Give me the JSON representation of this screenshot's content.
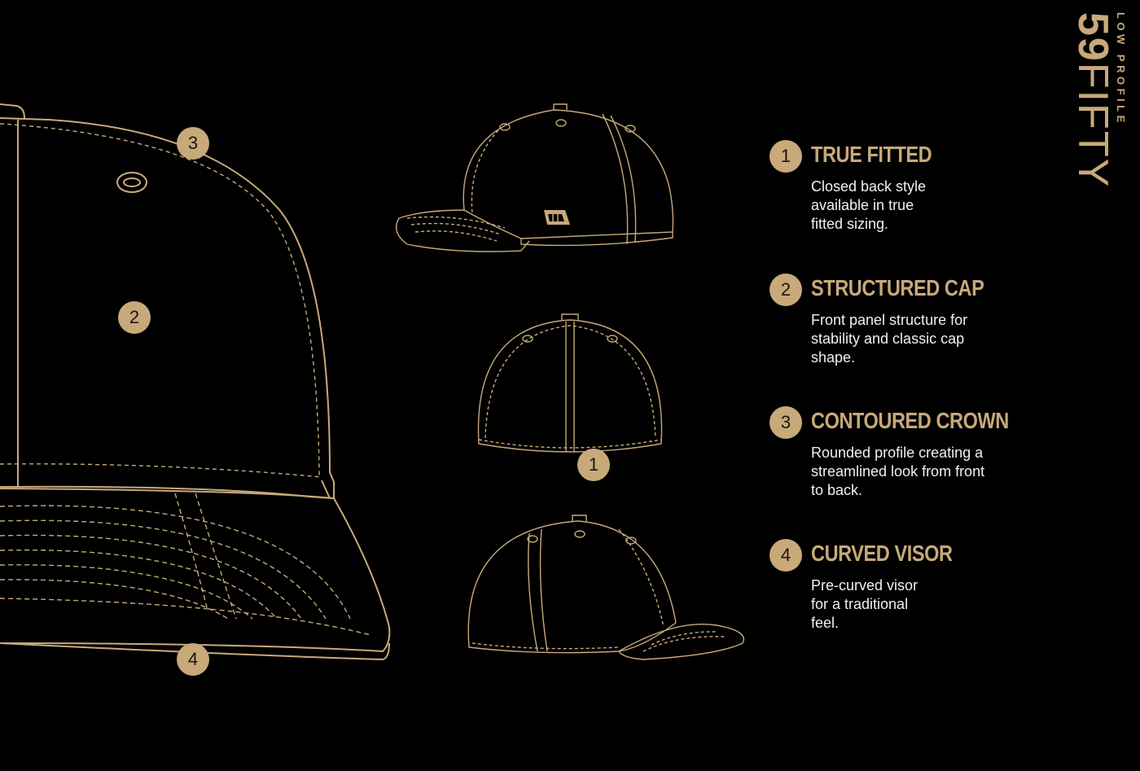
{
  "colors": {
    "accent": "#c8a97a",
    "background": "#000000",
    "text": "#f2f0ec"
  },
  "brand": {
    "number": "59",
    "name": "FIFTY",
    "tagline": "LOW PROFILE"
  },
  "logo_name": "new-era-flag-icon",
  "callouts": {
    "visor": "4",
    "crown": "3",
    "front": "2",
    "back": "1"
  },
  "features": [
    {
      "number": "1",
      "title": "TRUE FITTED",
      "description": "Closed back style available in true fitted sizing."
    },
    {
      "number": "2",
      "title": "STRUCTURED CAP",
      "description": "Front panel structure for stability and classic cap shape."
    },
    {
      "number": "3",
      "title": "CONTOURED CROWN",
      "description": "Rounded profile creating a streamlined look from front to back."
    },
    {
      "number": "4",
      "title": "CURVED VISOR",
      "description": "Pre-curved visor for a traditional feel."
    }
  ]
}
